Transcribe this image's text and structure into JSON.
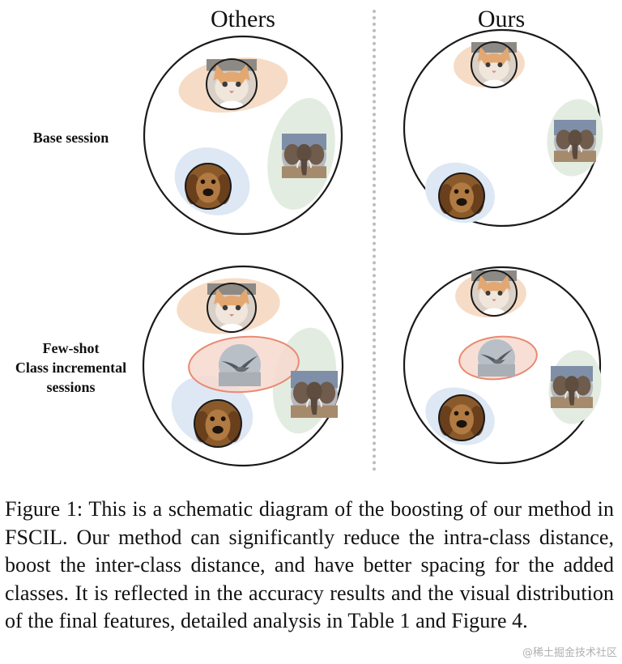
{
  "columns": {
    "left_title": "Others",
    "right_title": "Ours"
  },
  "rows": {
    "base_label": "Base session",
    "incremental_label_line1": "Few-shot",
    "incremental_label_line2": "Class incremental",
    "incremental_label_line3": "sessions"
  },
  "classes": {
    "cat": "cat-image",
    "dog": "dog-image",
    "elephant": "elephant-image",
    "bird": "bird-image"
  },
  "colors": {
    "cat_cluster": "#f6dcc6",
    "dog_cluster": "#dde8f4",
    "elephant_cluster": "#e3ece1",
    "bird_cluster": "#f7d9cf",
    "bird_cluster_border": "#e98a72"
  },
  "caption": "Figure 1: This is a schematic diagram of the boosting of our method in FSCIL. Our method can significantly reduce the intra-class distance, boost the inter-class distance, and have better spacing for the added classes. It is reflected in the accuracy results and the visual distribution of the final features, detailed analysis in Table 1 and Figure 4.",
  "watermark": "@稀土掘金技术社区"
}
